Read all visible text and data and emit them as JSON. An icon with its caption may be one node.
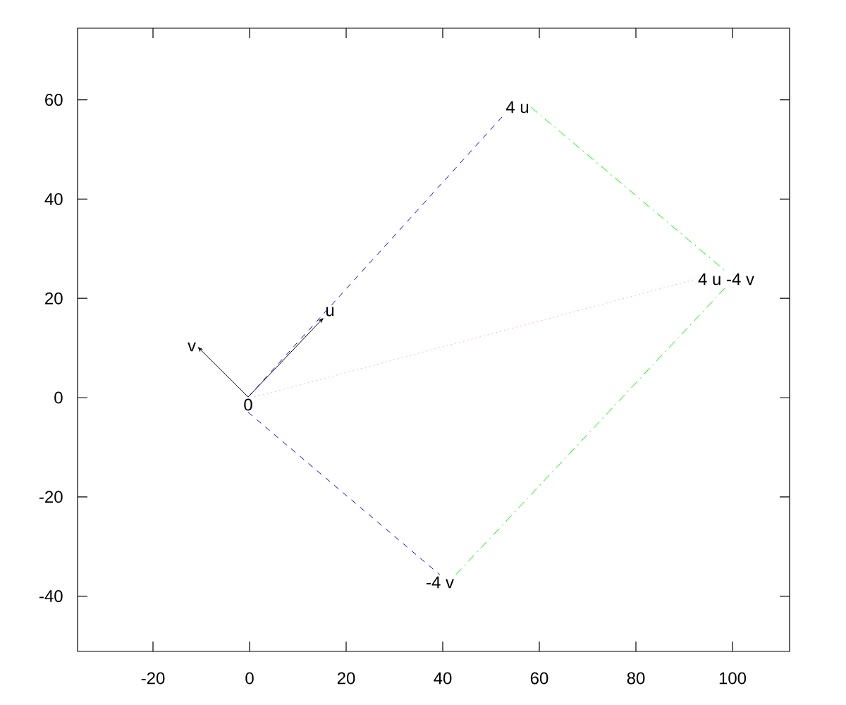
{
  "diagram": {
    "nodes": [
      {
        "text": [
          "0"
        ]
      },
      {
        "text": [
          "u"
        ]
      },
      {
        "text": [
          "v"
        ]
      },
      {
        "text": [
          "4 u"
        ]
      },
      {
        "text": [
          "4 u -4 v"
        ]
      },
      {
        "text": [
          "-4 v"
        ]
      }
    ],
    "edges": [
      {
        "from": 0,
        "to": 1,
        "arrow": "to"
      },
      {
        "from": 0,
        "to": 2,
        "arrow": "to"
      },
      {
        "from": 0,
        "to": 3,
        "arrow": "none",
        "style": "dashed",
        "color": "#0000ff"
      },
      {
        "from": 0,
        "to": 5,
        "arrow": "none",
        "style": "dashed",
        "color": "#0000ff"
      },
      {
        "from": 3,
        "to": 4,
        "arrow": "none",
        "style": "dashed",
        "color": "#00ff00"
      },
      {
        "from": 5,
        "to": 4,
        "arrow": "none",
        "style": "dashed",
        "color": "#00ff00"
      },
      {
        "from": 0,
        "to": 4,
        "arrow": "none",
        "style": "dashed",
        "color": "#ffb6c1"
      }
    ],
    "labels": [
      "60",
      "40",
      "20",
      "0",
      "-20",
      "-40",
      "-20",
      "0",
      "20",
      "40",
      "60",
      "80",
      "100"
    ]
  }
}
